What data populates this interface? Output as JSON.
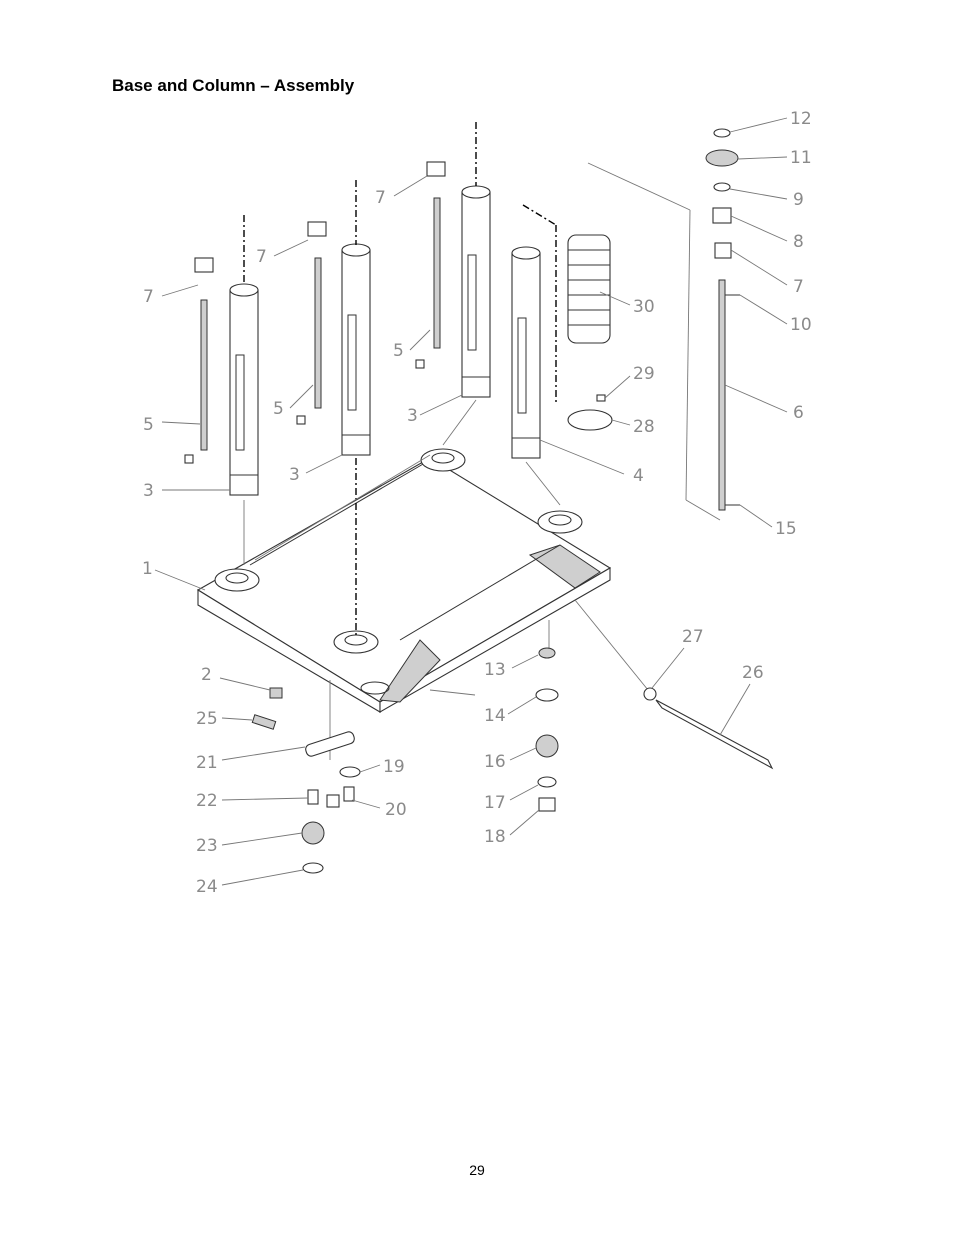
{
  "page": {
    "title": "Base and Column – Assembly",
    "page_number": "29"
  },
  "diagram": {
    "callouts": [
      "12",
      "11",
      "9",
      "8",
      "7",
      "10",
      "6",
      "15",
      "7",
      "7",
      "7",
      "5",
      "5",
      "5",
      "3",
      "3",
      "3",
      "4",
      "30",
      "29",
      "28",
      "1",
      "2",
      "25",
      "21",
      "19",
      "22",
      "20",
      "23",
      "24",
      "13",
      "14",
      "16",
      "17",
      "18",
      "27",
      "26"
    ]
  }
}
